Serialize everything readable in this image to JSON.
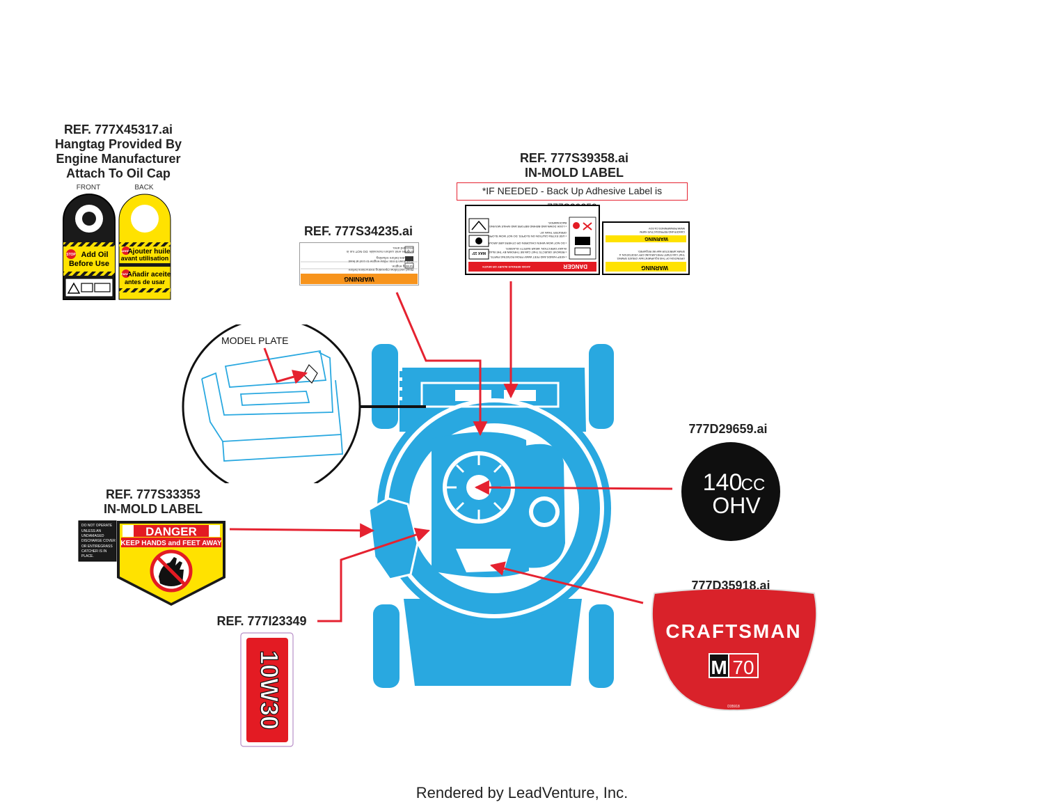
{
  "hangtag": {
    "title_lines": [
      "REF. 777X45317.ai",
      "Hangtag Provided By",
      "Engine Manufacturer",
      "Attach To Oil Cap"
    ],
    "front_label": "FRONT",
    "back_label": "BACK",
    "front_stop": "STOP",
    "front_text_lines": [
      "Add Oil",
      "Before Use"
    ],
    "back_stop_1": "ARRÊT",
    "back_text_1": [
      "Ajouter huile",
      "avant utilisation"
    ],
    "back_stop_2": "PARAR",
    "back_text_2": [
      "Añadir aceite",
      "antes de usar"
    ]
  },
  "warning_label": {
    "title": "REF. 777S34235.ai",
    "header": "WARNING",
    "lines": [
      "Read and follow Operating Instructions before",
      "running engine.",
      "Cool down 5 min. Allow engine to cool at least",
      "2 minutes before refueling.",
      "Engines emit carbon monoxide. DO NOT run in",
      "enclosed area."
    ]
  },
  "inmold_top": {
    "title_lines": [
      "REF. 777S39358.ai",
      "IN-MOLD LABEL"
    ],
    "note": "*IF NEEDED - Back Up Adhesive Label is 777S39359",
    "danger_header": "DANGER",
    "warning_header": "WARNING",
    "danger_sub": "AVOID SERIOUS INJURY OR DEATH",
    "left_lines": [
      "• KEEP HANDS AND FEET AWAY FROM ROTATING PARTS.",
      "• REMOVE OBJECTS THAT CAN BE THROWN BY THE BLADE",
      "  IN ANY DIRECTION. WEAR SAFETY GLASSES.",
      "• DO NOT MOW WHEN CHILDREN OR OTHERS ARE AROUND.",
      "• USE EXTRA CAUTION ON SLOPES. DO NOT MOW SLOPES",
      "  GREATER THAN 15°.",
      "• LOOK DOWN AND BEHIND BEFORE AND WHILE MOVING",
      "  BACKWARDS."
    ],
    "right_lines": [
      "CANCER AND REPRODUCTIVE HARM",
      "WWW.P65WARNINGS.CA.GOV",
      "OPERATION OF THIS EQUIPMENT MAY CREATE SPARKS",
      "THAT CAN START FIRES AROUND DRY VEGETATION. A",
      "SPARK ARRESTOR MAY BE REQUIRED."
    ],
    "slope_text": "MAX 15°"
  },
  "model_plate": {
    "label": "MODEL PLATE"
  },
  "engine_badge": {
    "title": "777D29659.ai",
    "line1_num": "140",
    "line1_unit": "CC",
    "line2": "OHV"
  },
  "inmold_danger": {
    "title_lines": [
      "REF. 777S33353",
      "IN-MOLD LABEL"
    ],
    "side_text": [
      "DO NOT OPERATE",
      "UNLESS AN",
      "UNDAMAGED",
      "DISCHARGE COVER",
      "OR ENTIREGRASS",
      "CATCHER IS IN",
      "PLACE."
    ],
    "header": "DANGER",
    "subheader": "KEEP HANDS and FEET AWAY"
  },
  "oil_label": {
    "title": "REF. 777I23349",
    "text": "10W30"
  },
  "craftsman_badge": {
    "title": "777D35918.ai",
    "brand": "CRAFTSMAN",
    "model_letter": "M",
    "model_number": "70",
    "part_code": "D35918"
  },
  "footer": {
    "text": "Rendered by LeadVenture, Inc."
  },
  "colors": {
    "mower_blue": "#29a8e0",
    "arrow_red": "#e52230",
    "label_yellow": "#ffe200",
    "label_orange": "#f7941d",
    "danger_red": "#e31b23",
    "craftsman_red": "#d9222a"
  }
}
